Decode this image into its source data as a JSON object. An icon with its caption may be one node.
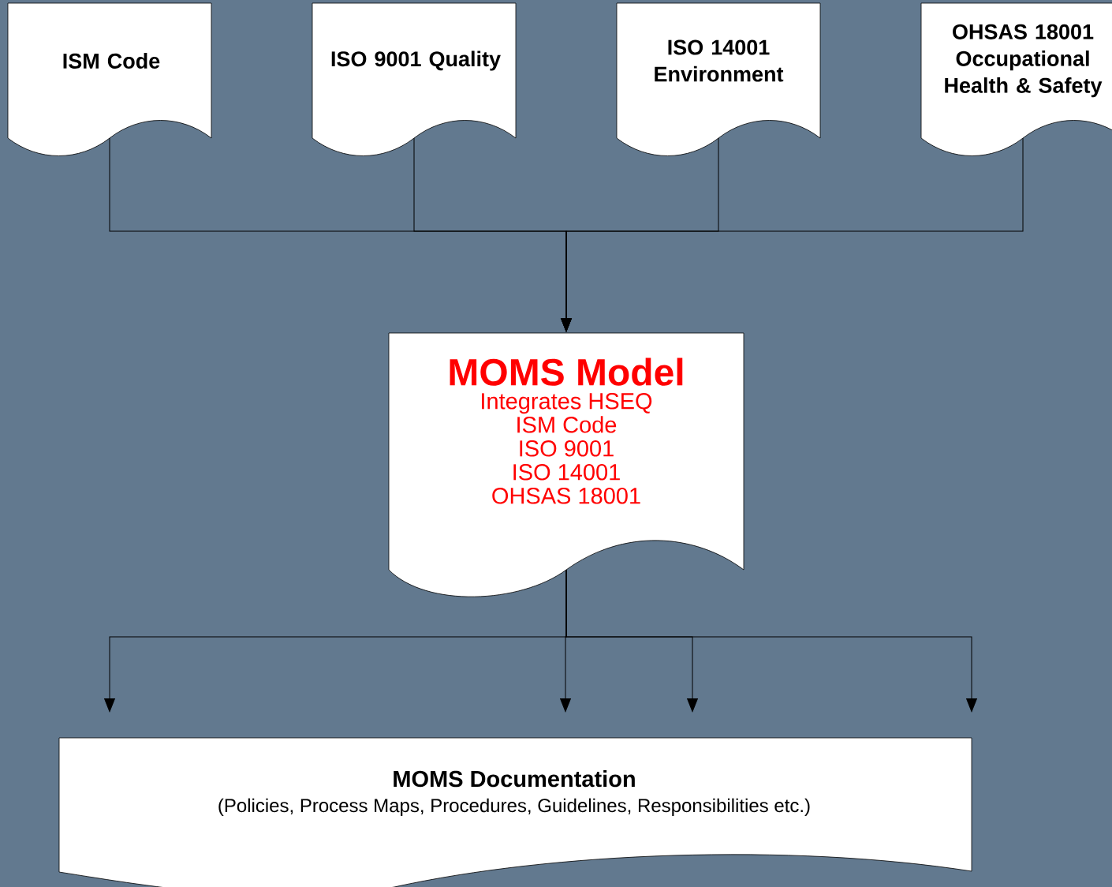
{
  "diagram": {
    "nodes": [
      {
        "text": [
          "ISM Code"
        ]
      },
      {
        "text": [
          "ISO 9001 Quality"
        ]
      },
      {
        "text": [
          "ISO 14001 Environment"
        ]
      },
      {
        "text": [
          "OHSAS 18001 Occupational Health & Safety"
        ]
      },
      {
        "text": [
          "MOMS Model",
          "Integrates HSEQ",
          "ISM Code",
          "ISO 9001",
          "ISO 14001",
          "OHSAS 18001"
        ]
      },
      {
        "text": [
          "MOMS Documentation",
          "(Policies, Process Maps, Procedures, Guidelines, Responsibilities etc.)"
        ]
      }
    ],
    "edges": [
      {
        "from": 0,
        "to": 4,
        "arrow": "to"
      },
      {
        "from": 1,
        "to": 4,
        "arrow": "to"
      },
      {
        "from": 2,
        "to": 4,
        "arrow": "to"
      },
      {
        "from": 3,
        "to": 4,
        "arrow": "to"
      },
      {
        "from": 4,
        "to": 5,
        "arrow": "to"
      },
      {
        "from": 4,
        "to": 5,
        "arrow": "to"
      },
      {
        "from": 4,
        "to": 5,
        "arrow": "to"
      },
      {
        "from": 4,
        "to": 5,
        "arrow": "to"
      }
    ]
  }
}
